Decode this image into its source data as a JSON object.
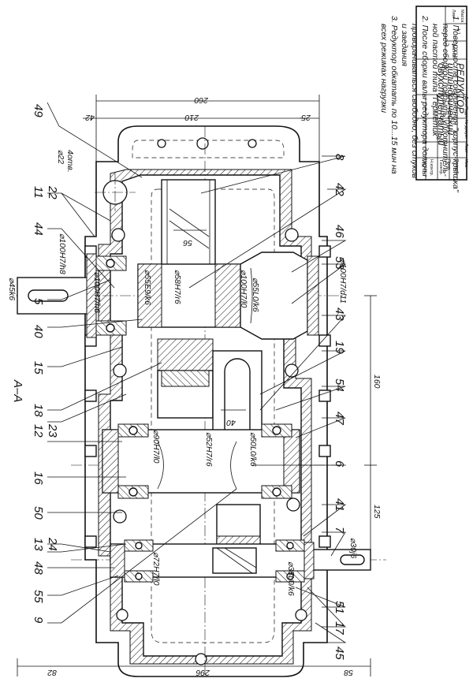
{
  "section": {
    "title": "А–А"
  },
  "labels": {
    "n49": "49",
    "n8": "8",
    "n11": "11",
    "n22": "22",
    "n44": "44",
    "n42": "42",
    "n46": "46",
    "n53": "53",
    "n5": "5",
    "n40": "40",
    "n43": "43",
    "n19": "19",
    "n15": "15",
    "n18": "18",
    "n54": "54",
    "n12": "12",
    "n23": "23",
    "n47": "47",
    "n6": "6",
    "n16": "16",
    "n50": "50",
    "n41": "41",
    "n7": "7",
    "n13": "13",
    "n24": "24",
    "n48": "48",
    "n55": "55",
    "n9": "9",
    "n51": "51",
    "n17": "17",
    "n45": "45"
  },
  "dimensions": {
    "d260": "260",
    "d210": "210",
    "d42": "42",
    "d25": "25",
    "d56": "56",
    "d40": "40",
    "d160": "160",
    "d125": "125",
    "d82": "82",
    "d296": "296",
    "d58": "58",
    "hole_dia": "⌀22",
    "hole_count": "4отв.",
    "fit_100h7_h8": "⌀100H7/h8",
    "fit_45k6": "⌀45k6",
    "fit_100h7_h6": "⌀100H7/h6",
    "fit_55e9_k6": "⌀55E9/k6",
    "fit_58h7_r6": "⌀58H7/r6",
    "fit_100h7_l0": "⌀100H7/l0",
    "fit_55l0_k6": "⌀55L0/k6",
    "fit_100h7_d11": "⌀100H7/d11",
    "fit_90h7_l0": "⌀90H7/l0",
    "fit_52h7_r6": "⌀52H7/r6",
    "fit_50l0_k6": "⌀50L0/k6",
    "fit_72h7_l0": "⌀72H7/l0",
    "fit_35l0_k6": "⌀35L0/k6",
    "fit_30j6": "⌀30j6"
  },
  "notes": [
    "1. Поверхности соединения \"корпус-крышка\"",
    "перед сборкой покрыть уплотнитель-",
    "ной пастой типа \"Герметик\"",
    "2. После сборки валы редуктора должны",
    "проворачиваться свободно, без стуков",
    "и заедания",
    "3. Редуктор обкатать по 10...15 мин на",
    "всех режимах нагрузки"
  ],
  "title_block": {
    "name_1": "РЕДУКТОР",
    "name_2": "цилиндрический",
    "name_3": "двухступенчатый",
    "scale": "1:1",
    "sheet": "Лист",
    "sheets": "Листов",
    "mass": "Масса",
    "col_change": "Изм.",
    "col_sheet": "Лист",
    "col_doc": "№ докум.",
    "col_sign": "Подп.",
    "col_date": "Дата",
    "row_dev": "Разраб.",
    "row_check": "Пров.",
    "row_tcontrol": "Т.контр.",
    "row_ncontrol": "Н.контр.",
    "row_approve": "Утв."
  }
}
